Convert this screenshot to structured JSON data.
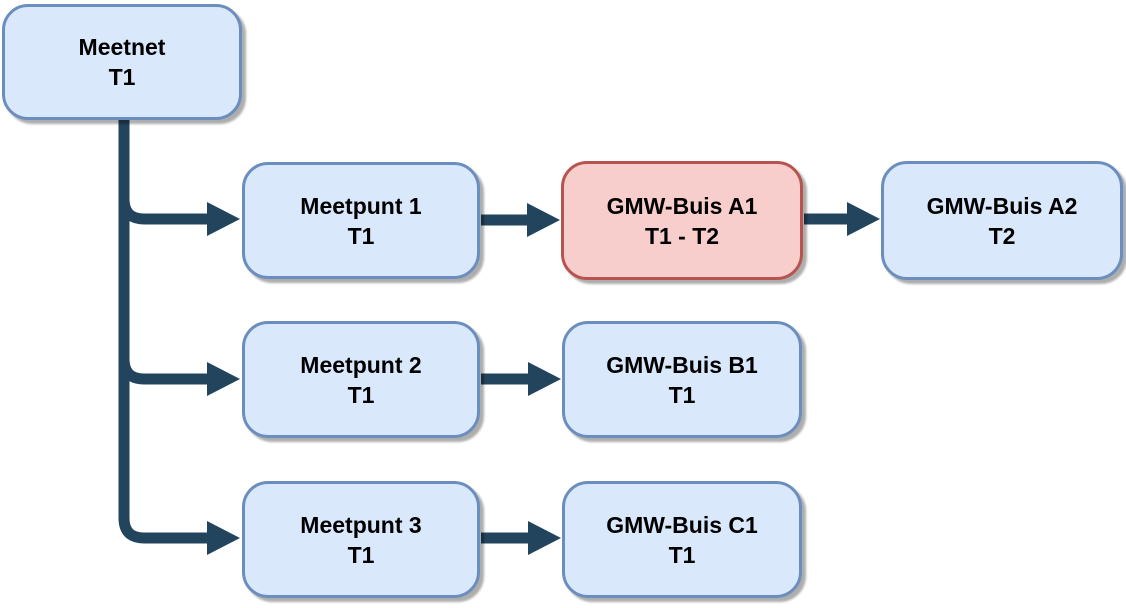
{
  "diagram": {
    "type": "flowchart",
    "colors": {
      "background": "#ffffff",
      "node_fill_blue": "#dae8fc",
      "node_border_blue": "#6c8ebf",
      "node_fill_red": "#f8cecc",
      "node_border_red": "#b85450",
      "connector": "#23445d",
      "text": "#000000"
    },
    "nodes": [
      {
        "id": "meetnet",
        "label": "Meetnet",
        "sublabel": "T1",
        "variant": "blue"
      },
      {
        "id": "meetpunt1",
        "label": "Meetpunt 1",
        "sublabel": "T1",
        "variant": "blue"
      },
      {
        "id": "gmw_a1",
        "label": "GMW-Buis A1",
        "sublabel": "T1 - T2",
        "variant": "red"
      },
      {
        "id": "gmw_a2",
        "label": "GMW-Buis A2",
        "sublabel": "T2",
        "variant": "blue"
      },
      {
        "id": "meetpunt2",
        "label": "Meetpunt 2",
        "sublabel": "T1",
        "variant": "blue"
      },
      {
        "id": "gmw_b1",
        "label": "GMW-Buis B1",
        "sublabel": "T1",
        "variant": "blue"
      },
      {
        "id": "meetpunt3",
        "label": "Meetpunt 3",
        "sublabel": "T1",
        "variant": "blue"
      },
      {
        "id": "gmw_c1",
        "label": "GMW-Buis C1",
        "sublabel": "T1",
        "variant": "blue"
      }
    ],
    "edges": [
      {
        "from": "meetnet",
        "to": "meetpunt1"
      },
      {
        "from": "meetnet",
        "to": "meetpunt2"
      },
      {
        "from": "meetnet",
        "to": "meetpunt3"
      },
      {
        "from": "meetpunt1",
        "to": "gmw_a1"
      },
      {
        "from": "gmw_a1",
        "to": "gmw_a2"
      },
      {
        "from": "meetpunt2",
        "to": "gmw_b1"
      },
      {
        "from": "meetpunt3",
        "to": "gmw_c1"
      }
    ]
  }
}
